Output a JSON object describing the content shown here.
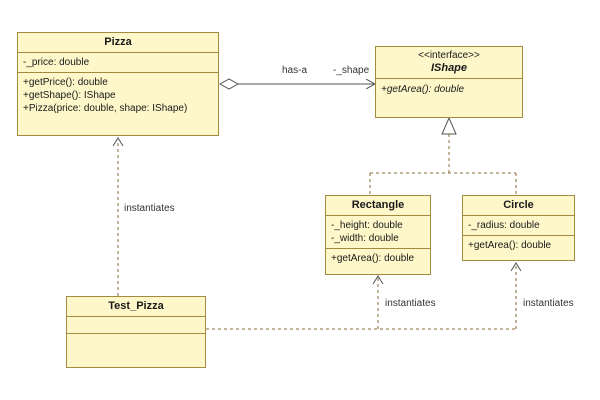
{
  "pizza": {
    "name": "Pizza",
    "attributes": [
      "-_price: double"
    ],
    "operations": [
      "+getPrice(): double",
      "+getShape(): IShape",
      "+Pizza(price: double, shape: IShape)"
    ]
  },
  "ishape": {
    "stereotype": "<<interface>>",
    "name": "IShape",
    "operations": [
      "+getArea(): double"
    ]
  },
  "rectangle": {
    "name": "Rectangle",
    "attributes": [
      "-_height: double",
      "-_width: double"
    ],
    "operations": [
      "+getArea(): double"
    ]
  },
  "circle": {
    "name": "Circle",
    "attributes": [
      "-_radius: double"
    ],
    "operations": [
      "+getArea(): double"
    ]
  },
  "test_pizza": {
    "name": "Test_Pizza"
  },
  "labels": {
    "has_a": "has-a",
    "shape_role": "-_shape",
    "instantiates_pizza": "instantiates",
    "instantiates_rectangle": "instantiates",
    "instantiates_circle": "instantiates"
  },
  "colors": {
    "class_fill": "#fdf7c9",
    "class_border": "#a48a3f",
    "connector": "#8a6d3b"
  }
}
